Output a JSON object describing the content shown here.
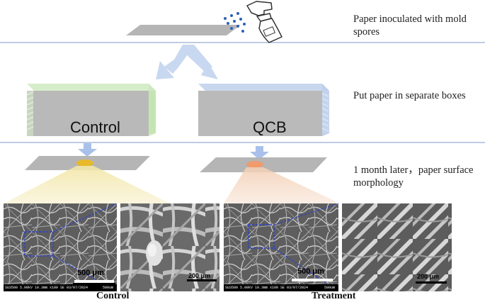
{
  "steps": {
    "step1": "Paper inoculated with mold spores",
    "step2": "Put paper in separate boxes",
    "step3": "1 month later，paper surface morphology"
  },
  "boxes": {
    "control": "Control",
    "treatment": "QCB"
  },
  "sem": {
    "control_low_scale": "500 μm",
    "control_high_scale": "200 μm",
    "treatment_low_scale": "500 μm",
    "treatment_high_scale": "200 μm",
    "control_meta": "SU3500 5.00kV 10.3mm x100 SE 03/07/2024",
    "control_meta_scale": "500um",
    "treatment_meta": "SU3500 5.00kV 10.3mm x100 SE 03/07/2024",
    "treatment_meta_scale": "500um"
  },
  "captions": {
    "control": "Control",
    "treatment": "Treatment"
  },
  "colors": {
    "divider": "#7f97c8",
    "arrow": "#c8d8f0",
    "control_box": "#d6edc9",
    "treatment_box": "#c9d7ee",
    "control_spot": "#e8b92a",
    "treatment_spot": "#ef9b6e",
    "spores": "#2d5fb8",
    "zoom_box": "#2a3fd0"
  },
  "icons": [
    "spray-bottle-icon"
  ]
}
